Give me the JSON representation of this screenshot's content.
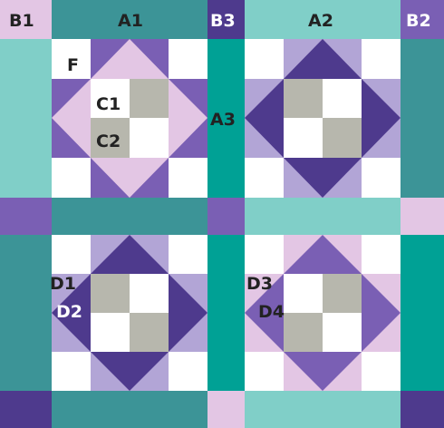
{
  "colors": {
    "white": "#FFFFFF",
    "gray": "#B7B7AD",
    "lavender": "#E3C6E4",
    "lilac": "#B2A5D6",
    "violet": "#7A5FB4",
    "indigo": "#4E3A8D",
    "teal_dark": "#3C9497",
    "teal_light": "#80CFC8",
    "teal_green": "#00A195",
    "label_dark": "#222222",
    "label_light": "#FFFFFF"
  },
  "labels": {
    "b1": "B1",
    "a1": "A1",
    "b3": "B3",
    "a2": "A2",
    "b2": "B2",
    "f": "F",
    "c1": "C1",
    "c2": "C2",
    "a3": "A3",
    "d1": "D1",
    "d2": "D2",
    "d3": "D3",
    "d4": "D4"
  }
}
